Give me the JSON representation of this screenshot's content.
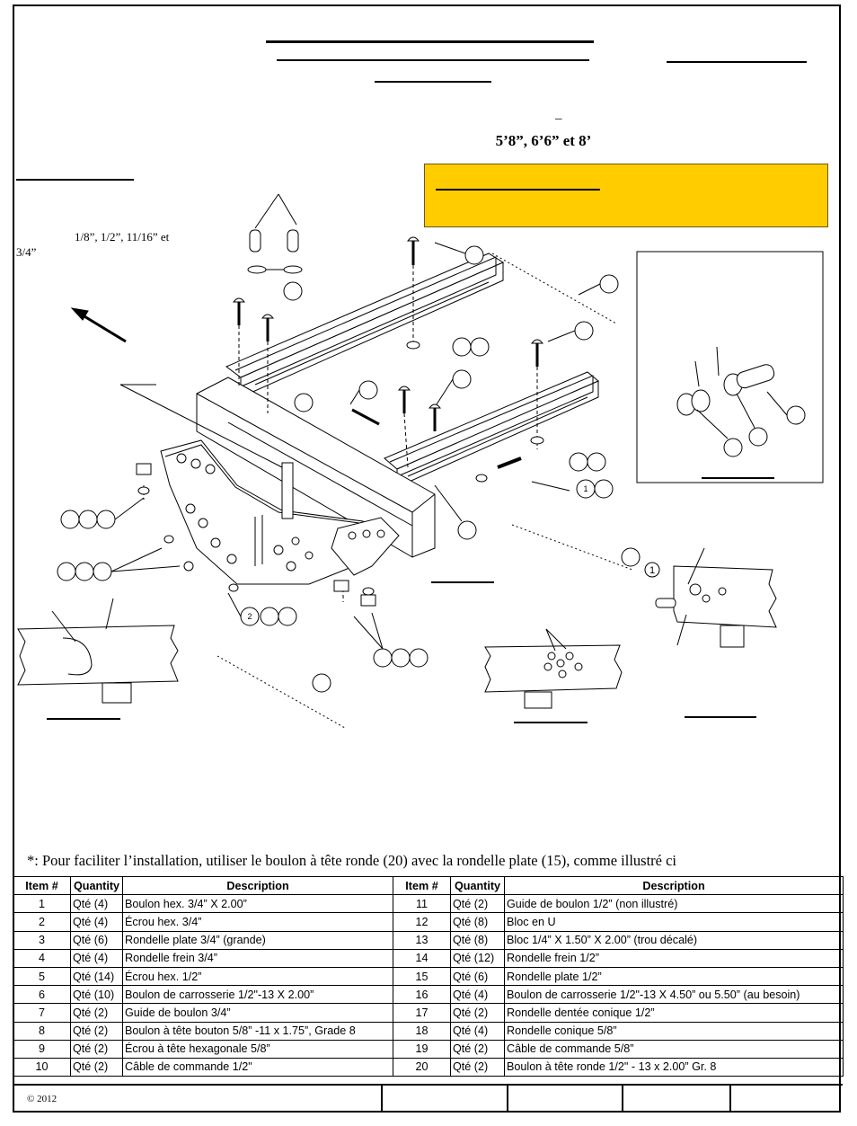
{
  "header": {
    "sizes": "5’8”, 6’6” et 8’",
    "dash_mark": "–",
    "bolt_sizes_line1": "1/8”, 1/2”, 11/16” et",
    "bolt_sizes_line2": "3/4”"
  },
  "diagram": {
    "callouts": {
      "one": "1",
      "two": "2"
    }
  },
  "footnote": "*: Pour faciliter l’installation, utiliser le boulon à tête ronde (20) avec la rondelle plate (15), comme illustré ci",
  "parts_table": {
    "headers": [
      "Item #",
      "Quantity",
      "Description",
      "Item #",
      "Quantity",
      "Description"
    ],
    "rows": [
      [
        "1",
        "Qté (4)",
        "Boulon hex. 3/4” X 2.00”",
        "11",
        "Qté (2)",
        "Guide de boulon 1/2” (non illustré)"
      ],
      [
        "2",
        "Qté (4)",
        "Écrou hex. 3/4”",
        "12",
        "Qté (8)",
        "Bloc en U"
      ],
      [
        "3",
        "Qté (6)",
        "Rondelle plate 3/4” (grande)",
        "13",
        "Qté (8)",
        "Bloc 1/4” X 1.50” X 2.00” (trou décalé)"
      ],
      [
        "4",
        "Qté (4)",
        "Rondelle frein 3/4”",
        "14",
        "Qté (12)",
        "Rondelle frein 1/2”"
      ],
      [
        "5",
        "Qté (14)",
        "Écrou hex. 1/2”",
        "15",
        "Qté (6)",
        "Rondelle plate 1/2”"
      ],
      [
        "6",
        "Qté (10)",
        "Boulon de carrosserie 1/2\"-13 X 2.00”",
        "16",
        "Qté (4)",
        "Boulon de carrosserie 1/2\"-13 X 4.50” ou 5.50” (au besoin)"
      ],
      [
        "7",
        "Qté (2)",
        "Guide de boulon 3/4”",
        "17",
        "Qté (2)",
        "Rondelle dentée conique 1/2”"
      ],
      [
        "8",
        "Qté (2)",
        "Boulon à tête bouton 5/8” -11 x 1.75”, Grade 8",
        "18",
        "Qté (4)",
        "Rondelle conique 5/8”"
      ],
      [
        "9",
        "Qté (2)",
        "Écrou à tête hexagonale 5/8”",
        "19",
        "Qté (2)",
        "Câble de commande 5/8”"
      ],
      [
        "10",
        "Qté (2)",
        "Câble de commande 1/2\"",
        "20",
        "Qté (2)",
        "Boulon à tête ronde 1/2\" - 13 x 2.00” Gr. 8"
      ]
    ]
  },
  "footer": {
    "copyright": "© 2012"
  },
  "colors": {
    "warning_box": "#ffcc00",
    "ink": "#000000"
  }
}
